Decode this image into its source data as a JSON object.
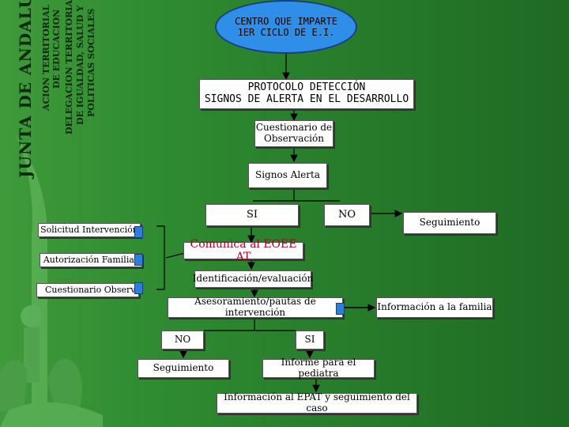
{
  "sidebar": {
    "junta": "JUNTA DE ANDALUCIA",
    "line1": "ACION TERRITORIAL",
    "line2": "DE EDUCACION",
    "line3": "DELEGACION TERRITORIAL",
    "line4": "DE IGUALDAD, SALUD Y",
    "line5": "POLITICAS SOCIALES"
  },
  "diagram": {
    "centro_line1": "CENTRO QUE IMPARTE",
    "centro_line2": "1ER CICLO DE E.I.",
    "protocolo_line1": "PROTOCOLO DETECCIÓN",
    "protocolo_line2": "SIGNOS DE ALERTA EN EL DESARROLLO",
    "cuestionario_line1": "Cuestionario de",
    "cuestionario_line2": "Observación",
    "signos": "Signos Alerta",
    "si": "SI",
    "no": "NO",
    "seguimiento_top": "Seguimiento",
    "solicitud": "Solicitud Intervención",
    "autorizacion": "Autorización Familiar",
    "cuestionario_obs": "Cuestionario Observación",
    "comunica": "Comunica al EOEE AT",
    "identificacion": "Identificación/evaluación",
    "asesoramiento": "Asesoramiento/pautas de intervención",
    "informacion_familia": "Información a la familia",
    "no_bottom": "NO",
    "si_bottom": "SI",
    "seguimiento_bottom": "Seguimiento",
    "informe": "Informe para el pediatra",
    "informacion_epat": "Información al EPAT y seguimiento del caso"
  },
  "colors": {
    "background": "#2e7d32",
    "ellipse": "#2f8fe8",
    "accent_red": "#b00020"
  }
}
